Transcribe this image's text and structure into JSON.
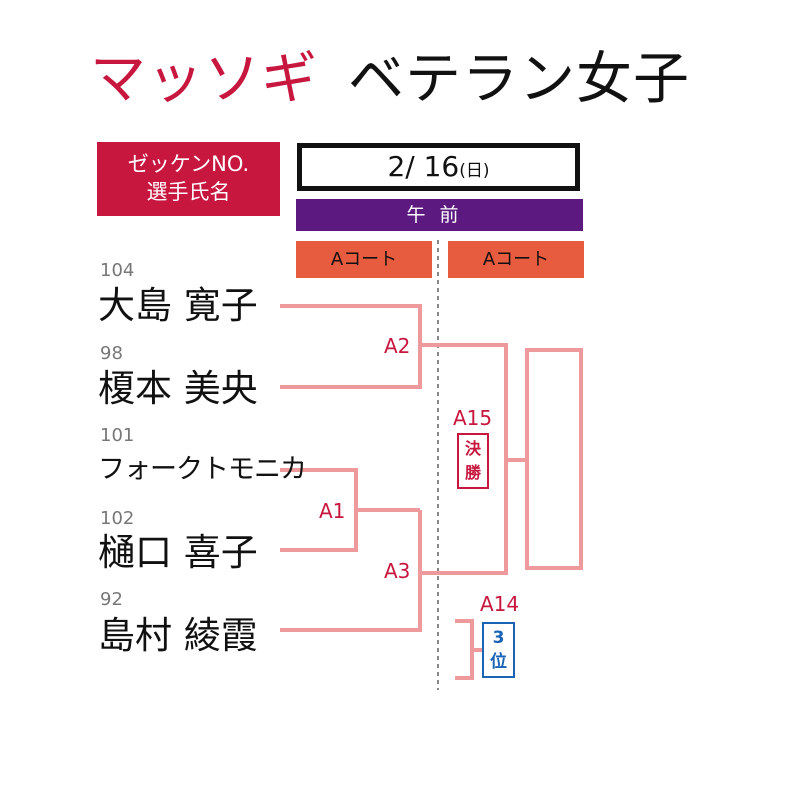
{
  "title": {
    "event": "マッソギ",
    "division": "ベテラン女子"
  },
  "header_label": {
    "line1": "ゼッケンNO.",
    "line2": "選手氏名"
  },
  "date": {
    "day": "2/ 16",
    "weekday": "(日)"
  },
  "session": "午前",
  "courts": [
    "Aコート",
    "Aコート"
  ],
  "players": [
    {
      "number": "104",
      "name": "大島 寛子"
    },
    {
      "number": "98",
      "name": "榎本 美央"
    },
    {
      "number": "101",
      "name": "フォークトモニカ"
    },
    {
      "number": "102",
      "name": "樋口 喜子"
    },
    {
      "number": "92",
      "name": "島村 綾霞"
    }
  ],
  "matches": [
    "A1",
    "A2",
    "A3",
    "A15",
    "A14"
  ],
  "badges": {
    "final": "決勝",
    "third_number": "3",
    "third_suffix": "位"
  },
  "colors": {
    "accent_red": "#c8173f",
    "purple": "#5c1a80",
    "court_orange": "#e75b3f",
    "bracket_pink": "#ee9a9c",
    "third_blue": "#1a63b5"
  }
}
